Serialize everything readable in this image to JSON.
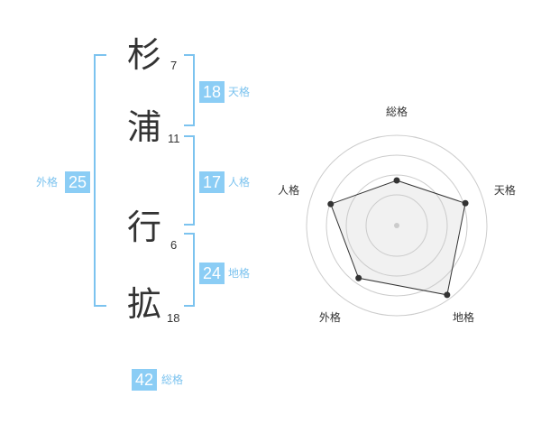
{
  "name_chars": [
    {
      "char": "杉",
      "strokes": "7"
    },
    {
      "char": "浦",
      "strokes": "11"
    },
    {
      "char": "行",
      "strokes": "6"
    },
    {
      "char": "拡",
      "strokes": "18"
    }
  ],
  "fortunes": {
    "tenkaku": {
      "value": "18",
      "label": "天格"
    },
    "jinkaku": {
      "value": "17",
      "label": "人格"
    },
    "chikaku": {
      "value": "24",
      "label": "地格"
    },
    "gaikaku": {
      "value": "25",
      "label": "外格"
    },
    "soukaku": {
      "value": "42",
      "label": "総格"
    }
  },
  "colors": {
    "accent": "#8bcdf5",
    "bracket": "#7cc3ef",
    "text": "#333333"
  },
  "chart_data": {
    "type": "radar",
    "axes": [
      "総格",
      "天格",
      "地格",
      "外格",
      "人格"
    ],
    "values": [
      0.5,
      0.8,
      0.95,
      0.72,
      0.77
    ],
    "rings": 4,
    "range": [
      0,
      1
    ]
  }
}
